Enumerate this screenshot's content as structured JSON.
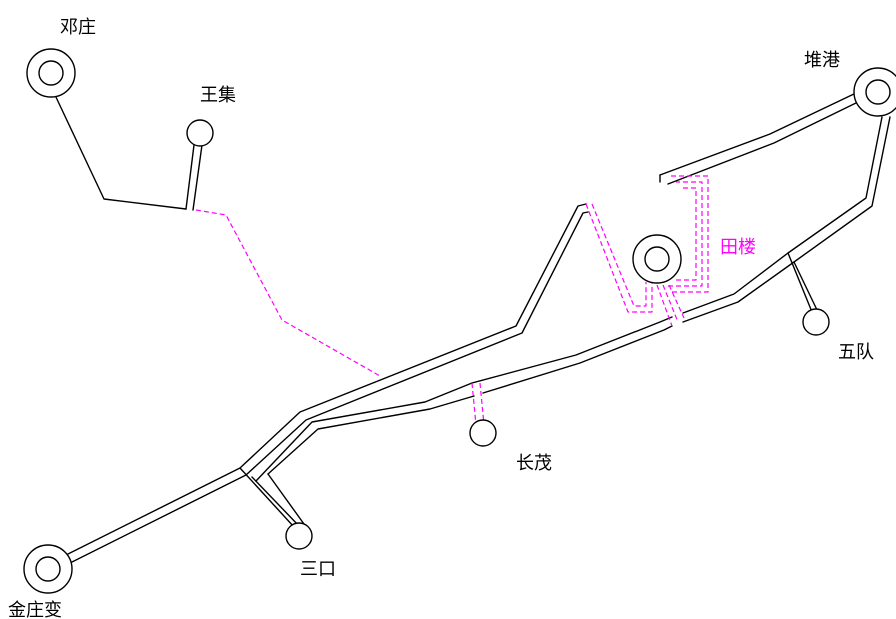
{
  "labels": {
    "dengzhuang": "邓庄",
    "wangji": "王集",
    "duigang": "堆港",
    "tianlou": "田楼",
    "wudui": "五队",
    "changmao": "长茂",
    "sankou": "三口",
    "jinzhuangbian": "金庄变"
  },
  "colors": {
    "line": "#000000",
    "planned_line": "#ff00ff",
    "planned_label": "#ff00ff",
    "background": "#ffffff"
  }
}
